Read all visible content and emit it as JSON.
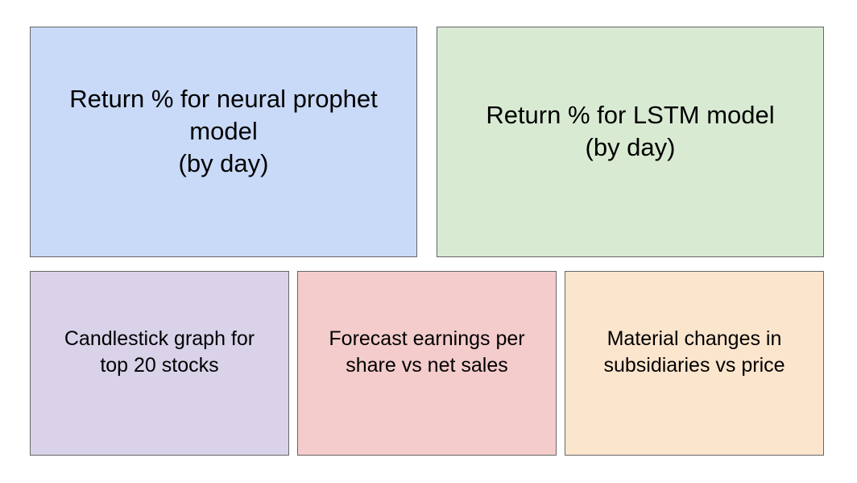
{
  "panels": [
    {
      "text": "Return % for neural prophet\nmodel\n(by day)",
      "color": "#c9daf8"
    },
    {
      "text": "Return % for LSTM model\n(by day)",
      "color": "#d9ead3"
    },
    {
      "text": "Candlestick graph for\ntop 20 stocks",
      "color": "#d9d2e9"
    },
    {
      "text": "Forecast earnings per\nshare vs net sales",
      "color": "#f4cccc"
    },
    {
      "text": "Material changes in\nsubsidiaries vs price",
      "color": "#fce5cd"
    }
  ]
}
